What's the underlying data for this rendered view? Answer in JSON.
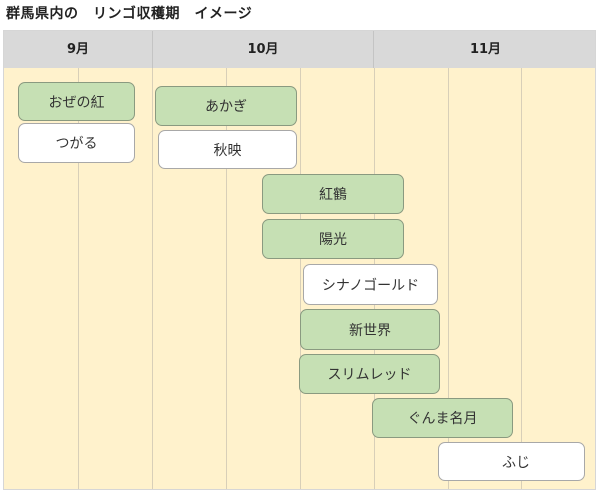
{
  "title": "群馬県内の　リンゴ収穫期　イメージ",
  "months": [
    "9月",
    "10月",
    "11月"
  ],
  "colors": {
    "header": "#d9d9d9",
    "body": "#fff2cc",
    "green_bar": "#c6e0b4",
    "white_bar": "#ffffff"
  },
  "varieties": [
    {
      "name": "おぜの紅",
      "color": "green"
    },
    {
      "name": "つがる",
      "color": "white"
    },
    {
      "name": "あかぎ",
      "color": "green"
    },
    {
      "name": "秋映",
      "color": "white"
    },
    {
      "name": "紅鶴",
      "color": "green"
    },
    {
      "name": "陽光",
      "color": "green"
    },
    {
      "name": "シナノゴールド",
      "color": "white"
    },
    {
      "name": "新世界",
      "color": "green"
    },
    {
      "name": "スリムレッド",
      "color": "green"
    },
    {
      "name": "ぐんま名月",
      "color": "green"
    },
    {
      "name": "ふじ",
      "color": "white"
    }
  ]
}
